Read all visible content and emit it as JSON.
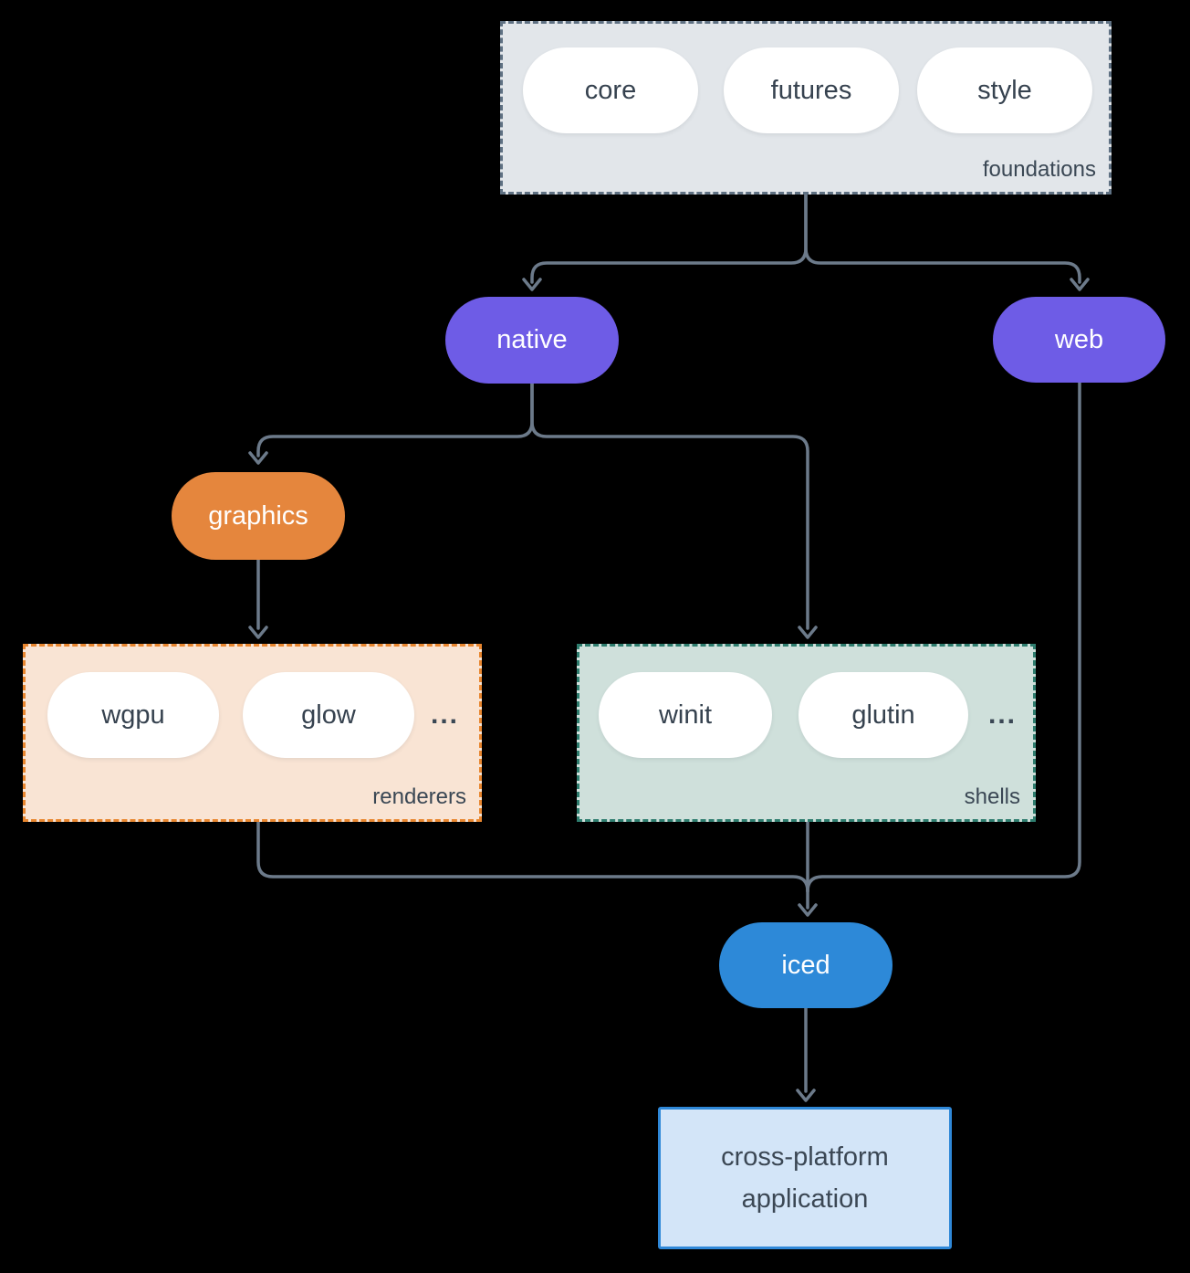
{
  "palette": {
    "background": "#000000",
    "wire": "#6c7a8a",
    "pill_text_dark": "#36424f",
    "pill_text_light": "#ffffff",
    "foundations_fill": "#e2e6ea",
    "foundations_border": "#5f7183",
    "native_web_fill": "#6e5ce6",
    "graphics_fill": "#e5863d",
    "renderers_fill": "#f9e4d4",
    "renderers_border": "#e8862f",
    "shells_fill": "#cfe0db",
    "shells_border": "#2e7d6e",
    "iced_fill": "#2d89d8",
    "application_fill": "#d3e5f8",
    "application_border": "#2f88d8"
  },
  "groups": {
    "foundations": {
      "label": "foundations",
      "items": [
        "core",
        "futures",
        "style"
      ]
    },
    "renderers": {
      "label": "renderers",
      "items": [
        "wgpu",
        "glow"
      ],
      "ellipsis": "..."
    },
    "shells": {
      "label": "shells",
      "items": [
        "winit",
        "glutin"
      ],
      "ellipsis": "..."
    }
  },
  "nodes": {
    "native": {
      "label": "native"
    },
    "web": {
      "label": "web"
    },
    "graphics": {
      "label": "graphics"
    },
    "iced": {
      "label": "iced"
    },
    "application": {
      "label": "cross-platform application"
    }
  }
}
